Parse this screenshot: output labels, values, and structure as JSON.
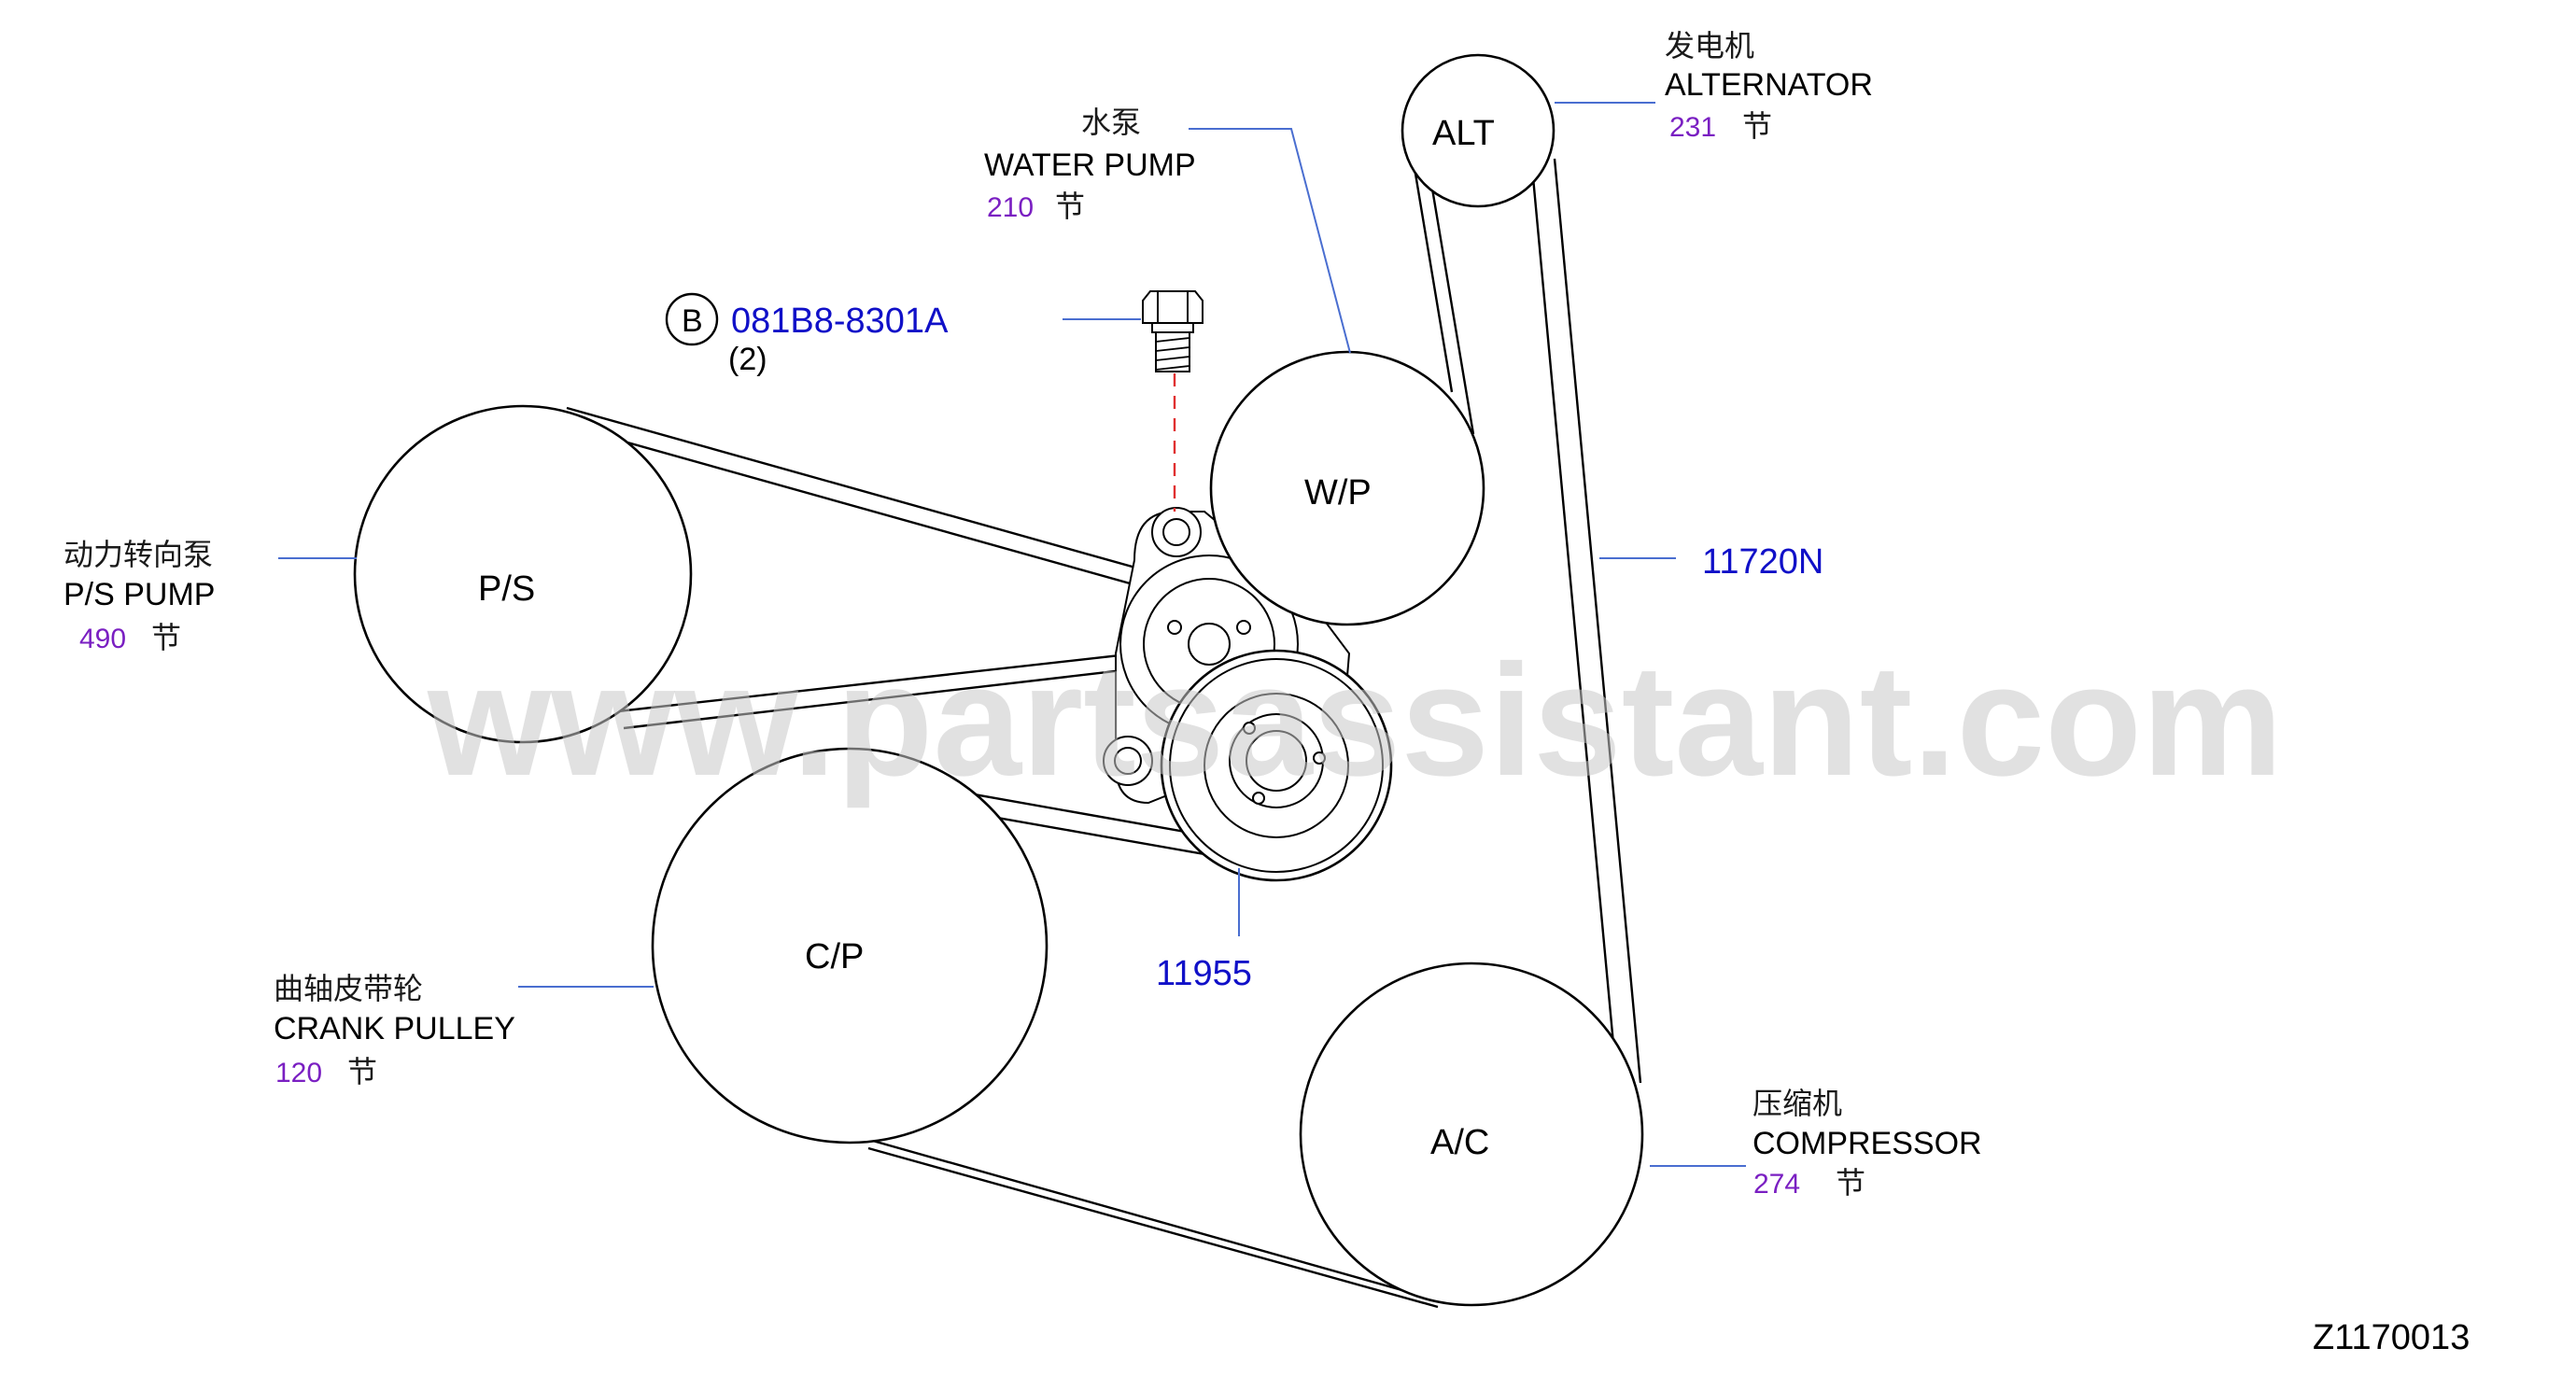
{
  "watermark": "www.partsassistant.com",
  "drawing_id": "Z1170013",
  "pulleys": {
    "alt": "ALT",
    "wp": "W/P",
    "ps": "P/S",
    "cp": "C/P",
    "ac": "A/C"
  },
  "callouts": {
    "alternator": {
      "zh": "发电机",
      "en": "ALTERNATOR",
      "section": "231",
      "suffix": "节"
    },
    "water_pump": {
      "zh": "水泵",
      "en": "WATER  PUMP",
      "section": "210",
      "suffix": "节"
    },
    "ps_pump": {
      "zh": "动力转向泵",
      "en": "P/S  PUMP",
      "section": "490",
      "suffix": "节"
    },
    "crank_pulley": {
      "zh": "曲轴皮带轮",
      "en": "CRANK  PULLEY",
      "section": "120",
      "suffix": "节"
    },
    "compressor": {
      "zh": "压缩机",
      "en": "COMPRESSOR",
      "section": "274",
      "suffix": "节"
    }
  },
  "bolt": {
    "badge": "B",
    "part_number": "081B8-8301A",
    "quantity": "(2)"
  },
  "parts": {
    "belt": "11720N",
    "tensioner": "11955"
  },
  "colors": {
    "part_number": "#1010c8",
    "section_number": "#7a1fc2",
    "callout_line": "#4a6ed0"
  }
}
